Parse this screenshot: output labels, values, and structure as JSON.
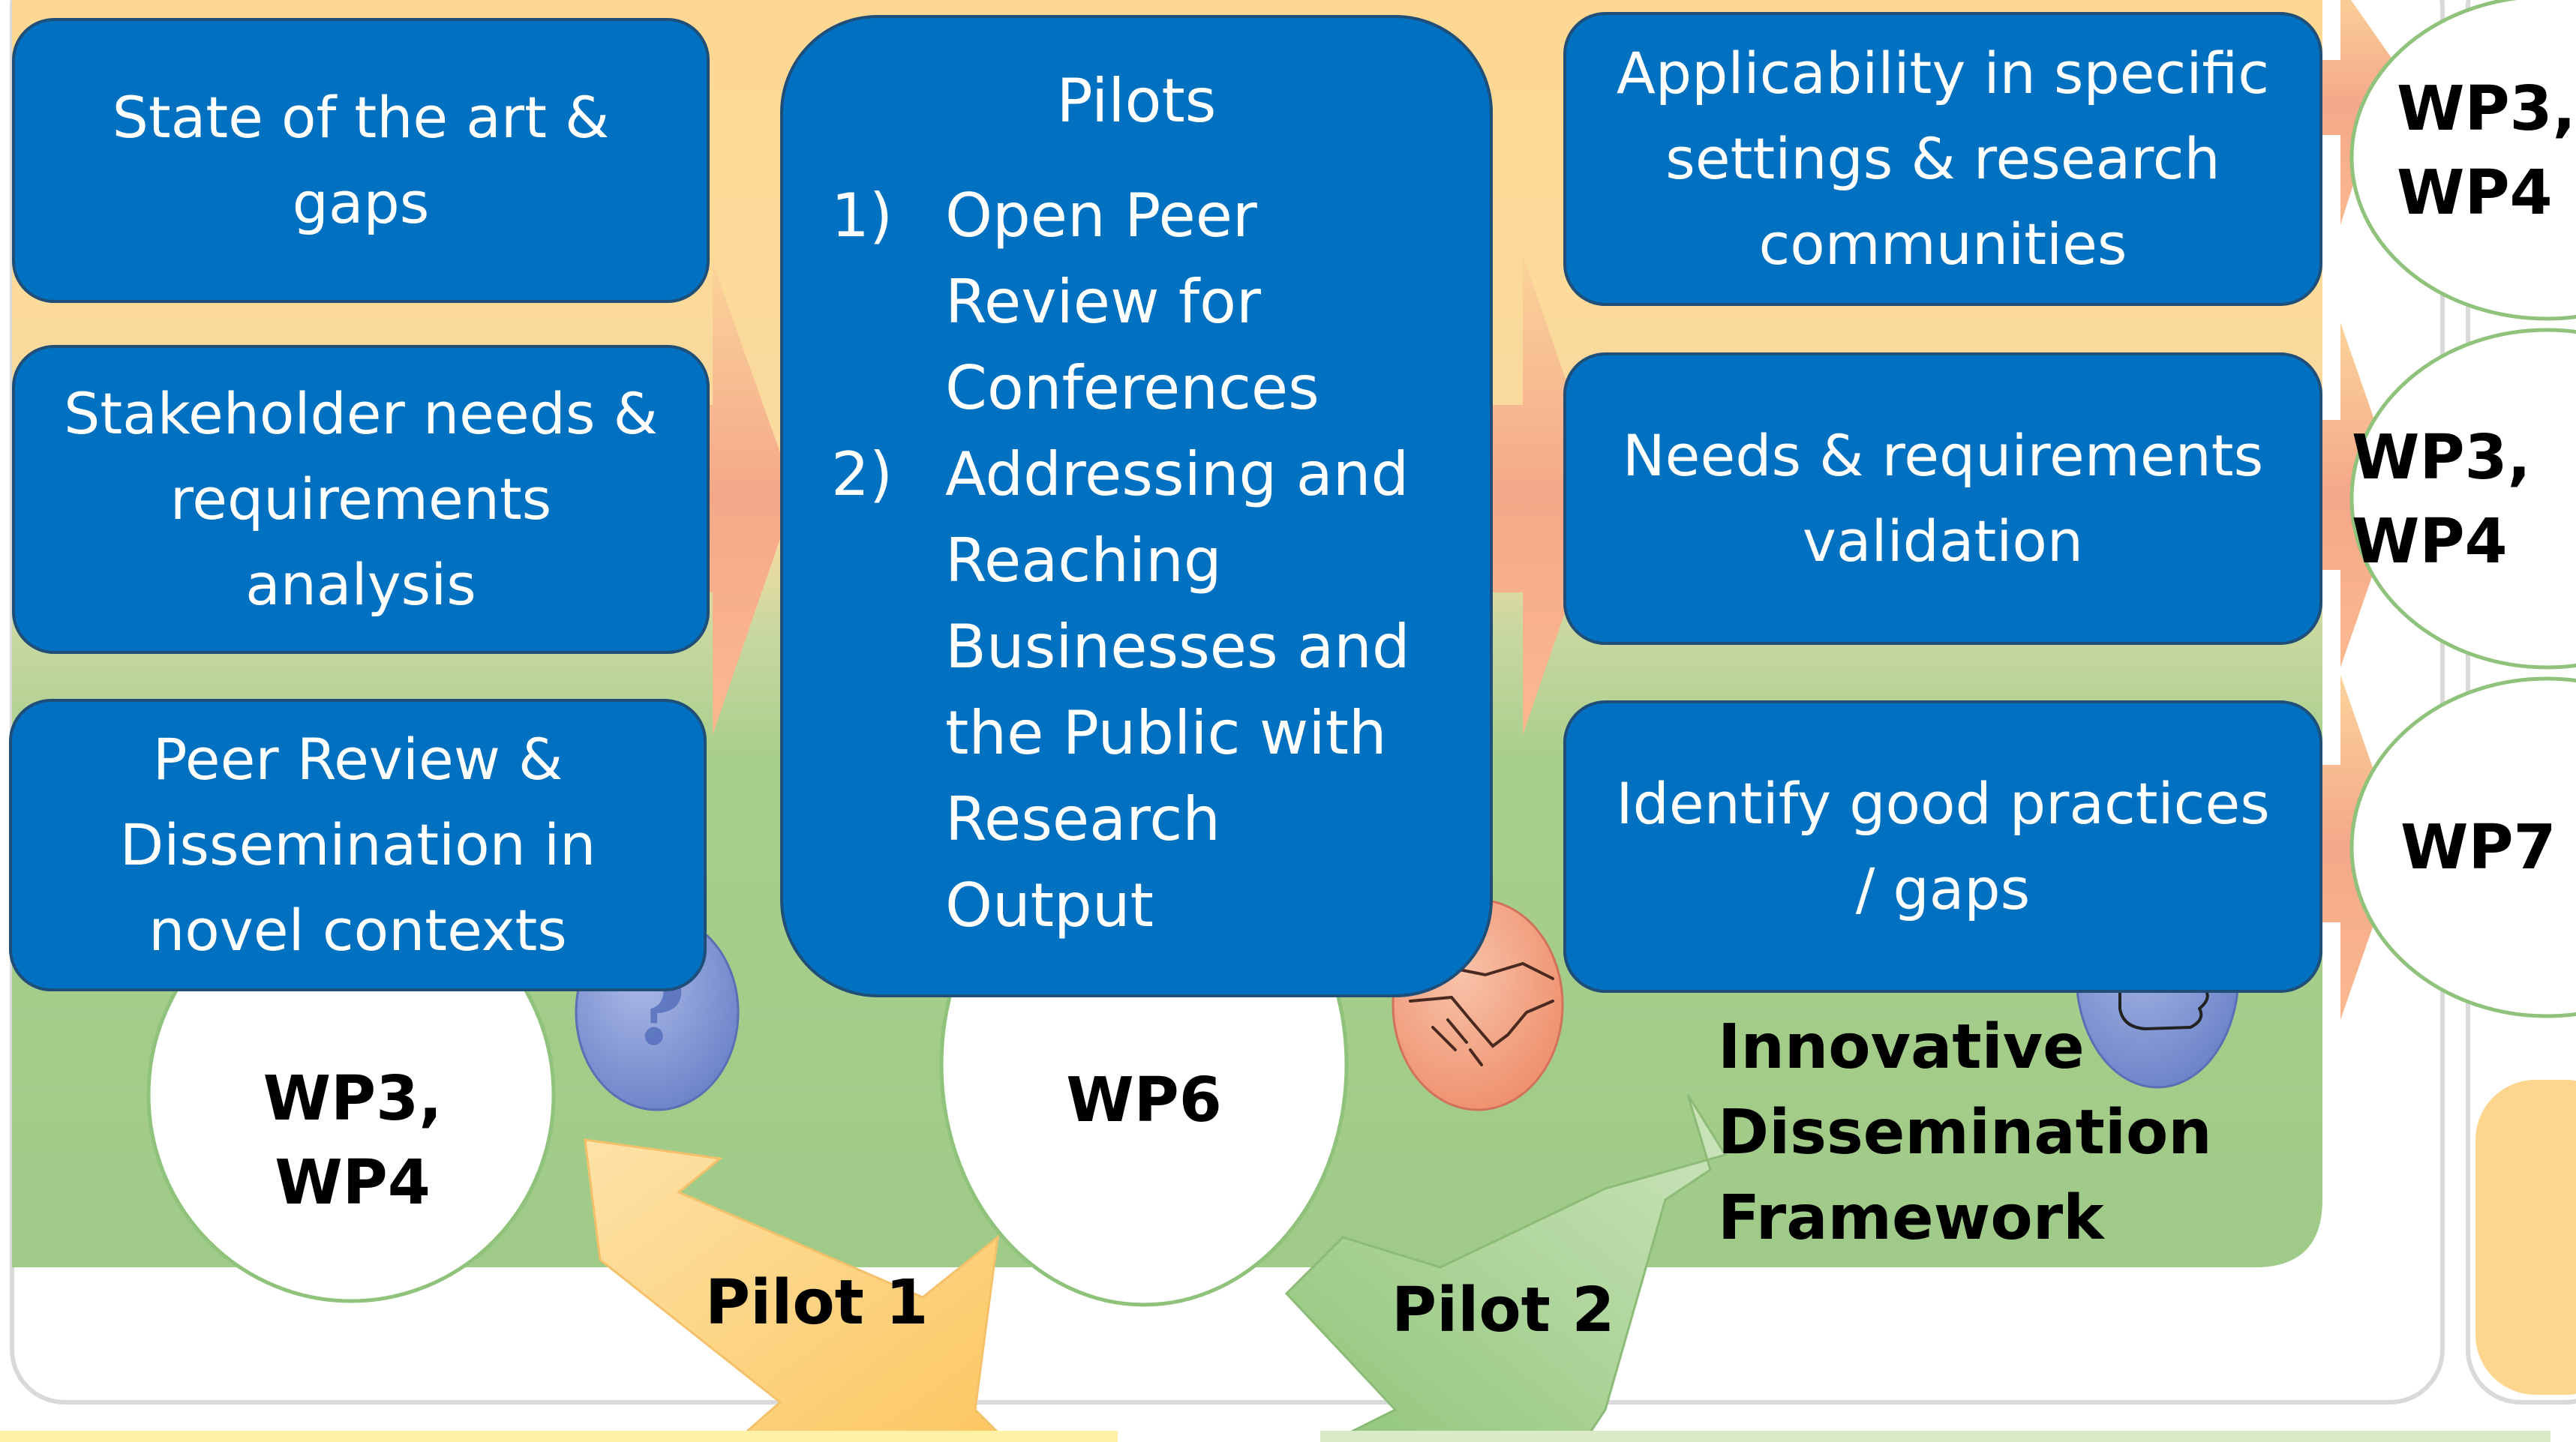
{
  "input_boxes": [
    {
      "lines": [
        "State of the art &",
        "gaps"
      ]
    },
    {
      "lines": [
        "Stakeholder needs &",
        "requirements",
        "analysis"
      ]
    },
    {
      "lines": [
        "Peer Review &",
        "Dissemination in",
        "novel contexts"
      ]
    }
  ],
  "pilots_box": {
    "title": "Pilots",
    "items": [
      {
        "num": "1)",
        "lines": [
          "Open Peer",
          "Review for",
          "Conferences"
        ]
      },
      {
        "num": "2)",
        "lines": [
          "Addressing and",
          "Reaching",
          "Businesses and",
          "the Public with",
          "Research",
          "Output"
        ]
      }
    ]
  },
  "output_boxes": [
    {
      "lines": [
        "Applicability in specific",
        "settings & research",
        "communities"
      ]
    },
    {
      "lines": [
        "Needs & requirements",
        "validation"
      ]
    },
    {
      "lines": [
        "Identify good practices",
        "/ gaps"
      ]
    }
  ],
  "wp_labels": {
    "left": [
      "WP3,",
      "WP4"
    ],
    "center": "WP6",
    "right_top": [
      "WP3,",
      "WP4"
    ],
    "right_mid": [
      "WP3,",
      "WP4"
    ],
    "right_bottom": "WP7"
  },
  "pilot_arrows": {
    "pilot1": "Pilot 1",
    "pilot2": "Pilot 2"
  },
  "framework_label": [
    "Innovative",
    "Dissemination",
    "Framework"
  ],
  "icons": [
    "question-mark-icon",
    "handshake-icon",
    "thumbs-up-icon"
  ],
  "colors": {
    "box_fill": "#0070c0",
    "box_border": "#1f4e79",
    "band_top": "#fdd892",
    "band_bottom": "#a4cd8a",
    "arrow_orange": "#f4a988",
    "pilot1_arrow": "#fdd27c",
    "pilot2_arrow": "#9fc98a",
    "icon_blue": "#7e93d4",
    "icon_salmon": "#f2a07f"
  }
}
